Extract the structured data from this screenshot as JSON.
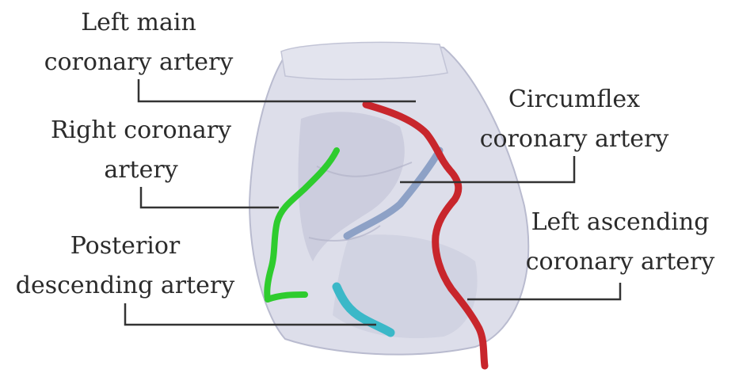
{
  "labels": {
    "left_main": [
      "Left main",
      "coronary artery"
    ],
    "right_coronary": [
      "Right coronary",
      "artery"
    ],
    "posterior_descending": [
      "Posterior",
      "descending artery"
    ],
    "circumflex": [
      "Circumflex",
      "coronary artery"
    ],
    "left_ascending": [
      "Left ascending",
      "coronary artery"
    ]
  },
  "colors": {
    "heart_fill": "#d7d8e6",
    "heart_stroke": "#b9bbcf",
    "leader": "#333333",
    "left_main_artery": "#c8262c",
    "right_coronary_artery": "#2ecc2e",
    "posterior_descending_artery": "#3bb8c8",
    "circumflex_artery": "#7f97bf"
  }
}
